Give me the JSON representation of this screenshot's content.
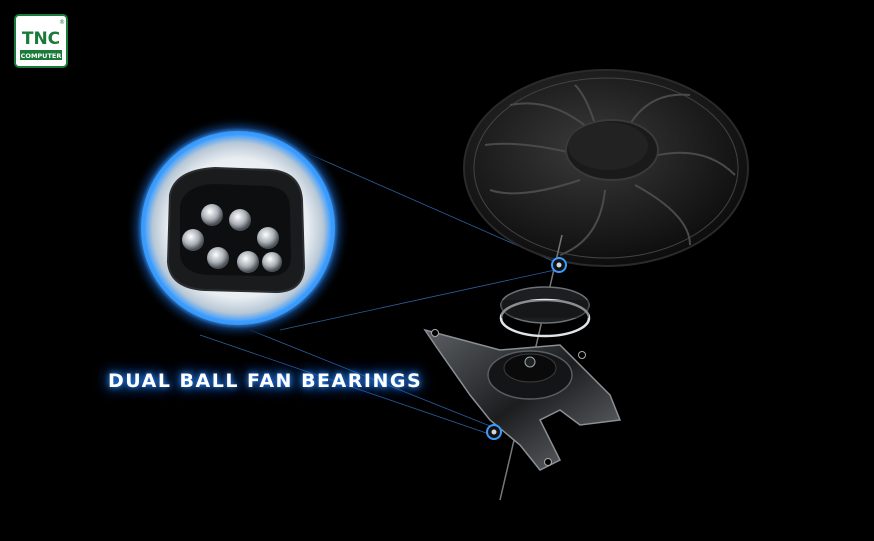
{
  "logo": {
    "brand": "TNC",
    "subtext": "COMPUTER",
    "mark": "®",
    "color": "#1a7a3a"
  },
  "caption": {
    "text": "DUAL BALL FAN BEARINGS",
    "glow_color": "#2f8cff"
  },
  "scene": {
    "background": "#000000",
    "accent": "#3a9cff"
  }
}
